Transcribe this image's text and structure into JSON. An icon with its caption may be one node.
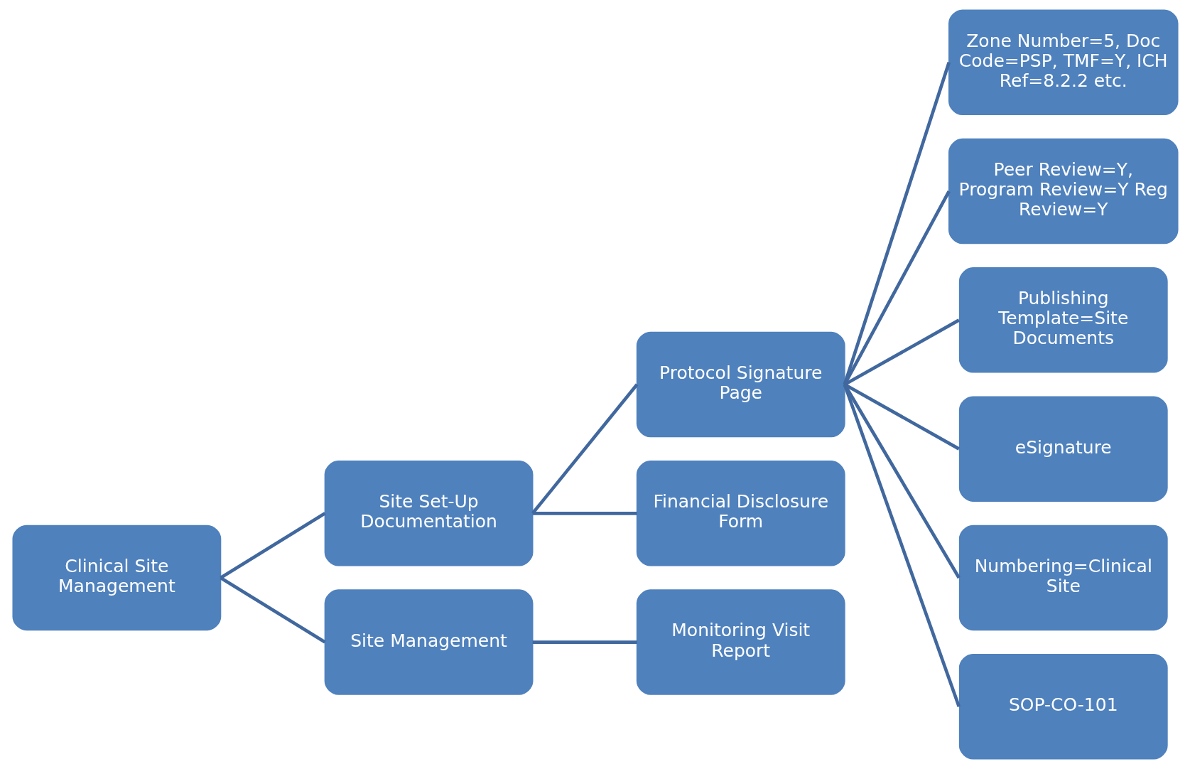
{
  "diagram": {
    "nodes": [
      {
        "text": [
          "Clinical Site Management"
        ]
      },
      {
        "text": [
          "Site Set-Up Documentation"
        ]
      },
      {
        "text": [
          "Site Management"
        ]
      },
      {
        "text": [
          "Protocol Signature Page"
        ]
      },
      {
        "text": [
          "Financial Disclosure Form"
        ]
      },
      {
        "text": [
          "Monitoring Visit Report"
        ]
      },
      {
        "text": [
          "Zone Number=5, Doc Code=PSP, TMF=Y, ICH Ref=8.2.2 etc."
        ]
      },
      {
        "text": [
          "Peer Review=Y, Program Review=Y Reg Review=Y"
        ]
      },
      {
        "text": [
          "Publishing Template=Site Documents"
        ]
      },
      {
        "text": [
          "eSignature"
        ]
      },
      {
        "text": [
          "Numbering=Clinical Site"
        ]
      },
      {
        "text": [
          "SOP-CO-101"
        ]
      }
    ],
    "edges": [
      {
        "from": 0,
        "to": 1,
        "arrow": "none"
      },
      {
        "from": 0,
        "to": 2,
        "arrow": "none"
      },
      {
        "from": 1,
        "to": 3,
        "arrow": "none"
      },
      {
        "from": 1,
        "to": 4,
        "arrow": "none"
      },
      {
        "from": 2,
        "to": 5,
        "arrow": "none"
      },
      {
        "from": 3,
        "to": 6,
        "arrow": "none"
      },
      {
        "from": 3,
        "to": 7,
        "arrow": "none"
      },
      {
        "from": 3,
        "to": 8,
        "arrow": "none"
      },
      {
        "from": 3,
        "to": 9,
        "arrow": "none"
      },
      {
        "from": 3,
        "to": 10,
        "arrow": "none"
      },
      {
        "from": 3,
        "to": 11,
        "arrow": "none"
      }
    ]
  }
}
